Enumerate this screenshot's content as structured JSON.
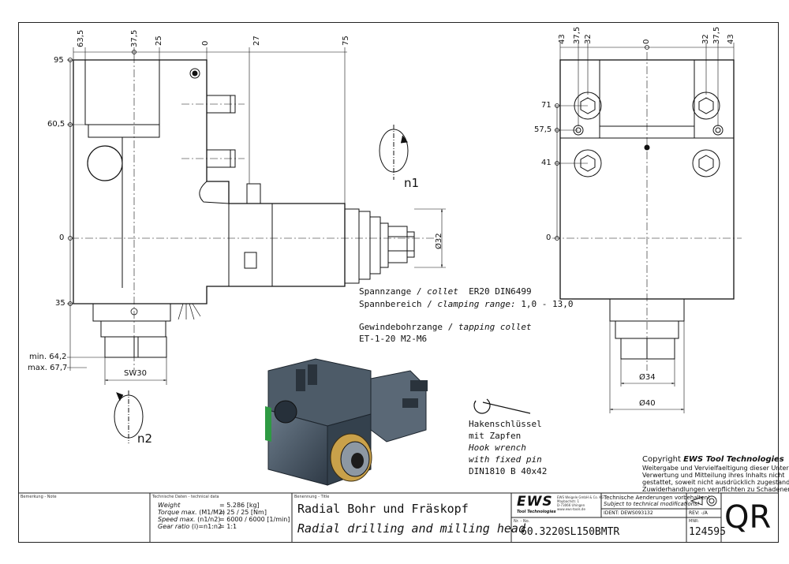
{
  "dimensions": {
    "top_left": [
      "63,5",
      "37,5",
      "25",
      "0",
      "27",
      "75"
    ],
    "top_right": [
      "43",
      "37,5",
      "32",
      "0",
      "32",
      "37,5",
      "43"
    ],
    "left_side": [
      "95",
      "60,5",
      "0",
      "35",
      "min. 64,2",
      "max. 67,7"
    ],
    "right_side": [
      "71",
      "57,5",
      "41",
      "0"
    ],
    "sw": "SW30",
    "dia32": "Ø32",
    "dia34": "Ø34",
    "dia40": "Ø40",
    "n1": "n1",
    "n2": "n2"
  },
  "notes": {
    "collet_label": "Spannzange /",
    "collet_it": "collet",
    "collet_value": "ER20   DIN6499",
    "range_label": "Spannbereich /",
    "range_it": "clamping range:",
    "range_value": "1,0 - 13,0",
    "tap_label": "Gewindebohrzange /",
    "tap_it": "tapping collet",
    "tap_value": "ET-1-20  M2-M6"
  },
  "wrench": {
    "line1": "Hakenschlüssel",
    "line2": "mit Zapfen",
    "line3": "Hook wrench",
    "line4": "with fixed pin",
    "line5": "DIN1810 B 40x42"
  },
  "copyright": {
    "title_prefix": "Copyright",
    "title_brand": "EWS Tool Technologies",
    "line1": "Weitergabe und Vervielfaeltigung dieser Unterlage,",
    "line2": "Verwertung und Mitteilung ihres Inhalts nicht",
    "line3": "gestattet, soweit nicht ausdrücklich zugestanden.",
    "line4": "Zuwiderhandlungen verpflichten zu Schadenersatz."
  },
  "titleblock": {
    "remarks_label": "Bemerkung - Note",
    "tech_label": "Technische Daten - technical data",
    "weight_label": "Weight",
    "weight_value": "=  5.286 [kg]",
    "torque_label": "Torque max.",
    "torque_sub": "(M1/M2)",
    "torque_value": "=  25 / 25 [Nm]",
    "speed_label": "Speed max.",
    "speed_sub": "(n1/n2)",
    "speed_value": "=  6000 / 6000 [1/min]",
    "ratio_label": "Gear ratio",
    "ratio_sub": "(i)=n1:n2",
    "ratio_value": "=  1:1",
    "name_label": "Benennung - Title",
    "name_de": "Radial Bohr und Fräskopf",
    "name_en": "Radial drilling and milling head",
    "logo": "EWS",
    "logo_sub": "Tool Technologies",
    "company_line1": "EWS Weigele GmbH & Co. KG",
    "company_line2": "Maybachstr. 1",
    "company_line3": "D-73066 Uhingen",
    "company_line4": "www.ews-tools.de",
    "change_de": "Technische Aenderungen vorbehalten!",
    "change_en": "Subject to technical modifications!",
    "ident": "IDENT:  DEWS093132",
    "rev": "REV:  -/A",
    "nr_label": "Nr. - No.",
    "nr_value": "60.3220SL150BMTR",
    "mnr_label": "MNR:",
    "mnr_value": "124595",
    "qr": "QR"
  }
}
